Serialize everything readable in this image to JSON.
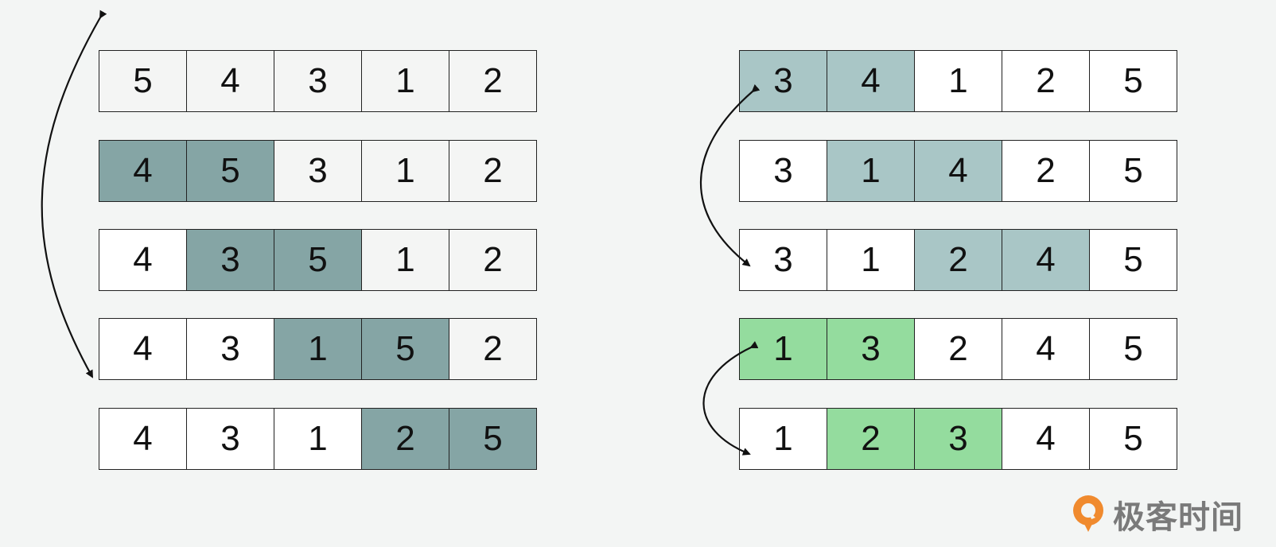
{
  "colors": {
    "background": "#f3f5f4",
    "cell_default": "#f4f5f4",
    "cell_white": "#ffffff",
    "dark_teal": "#85a5a5",
    "light_teal": "#a9c6c6",
    "green": "#94dc9e",
    "logo_orange": "#f08a2e",
    "logo_text": "#7a7a7a"
  },
  "left_rows": [
    {
      "values": [
        "5",
        "4",
        "3",
        "1",
        "2"
      ],
      "fills": [
        "cell_default",
        "cell_default",
        "cell_default",
        "cell_default",
        "cell_default"
      ]
    },
    {
      "values": [
        "4",
        "5",
        "3",
        "1",
        "2"
      ],
      "fills": [
        "dark_teal",
        "dark_teal",
        "cell_default",
        "cell_default",
        "cell_default"
      ]
    },
    {
      "values": [
        "4",
        "3",
        "5",
        "1",
        "2"
      ],
      "fills": [
        "cell_white",
        "dark_teal",
        "dark_teal",
        "cell_default",
        "cell_default"
      ]
    },
    {
      "values": [
        "4",
        "3",
        "1",
        "5",
        "2"
      ],
      "fills": [
        "cell_white",
        "cell_white",
        "dark_teal",
        "dark_teal",
        "cell_default"
      ]
    },
    {
      "values": [
        "4",
        "3",
        "1",
        "2",
        "5"
      ],
      "fills": [
        "cell_white",
        "cell_white",
        "cell_white",
        "dark_teal",
        "dark_teal"
      ]
    }
  ],
  "right_rows": [
    {
      "values": [
        "3",
        "4",
        "1",
        "2",
        "5"
      ],
      "fills": [
        "light_teal",
        "light_teal",
        "cell_white",
        "cell_white",
        "cell_white"
      ]
    },
    {
      "values": [
        "3",
        "1",
        "4",
        "2",
        "5"
      ],
      "fills": [
        "cell_white",
        "light_teal",
        "light_teal",
        "cell_white",
        "cell_white"
      ]
    },
    {
      "values": [
        "3",
        "1",
        "2",
        "4",
        "5"
      ],
      "fills": [
        "cell_white",
        "cell_white",
        "light_teal",
        "light_teal",
        "cell_white"
      ]
    },
    {
      "values": [
        "1",
        "3",
        "2",
        "4",
        "5"
      ],
      "fills": [
        "green",
        "green",
        "cell_white",
        "cell_white",
        "cell_white"
      ]
    },
    {
      "values": [
        "1",
        "2",
        "3",
        "4",
        "5"
      ],
      "fills": [
        "cell_white",
        "green",
        "green",
        "cell_white",
        "cell_white"
      ]
    }
  ],
  "logo": {
    "text": "极客时间",
    "icon": "geektime-logo-icon"
  }
}
